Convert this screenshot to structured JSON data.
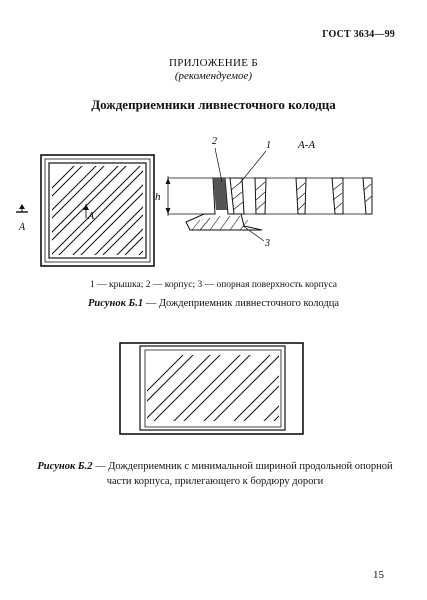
{
  "header": {
    "standard": "ГОСТ 3634—99"
  },
  "appendix": {
    "title": "ПРИЛОЖЕНИЕ Б",
    "status": "(рекомендуемое)"
  },
  "heading": "Дождеприемники ливнесточного колодца",
  "figure1": {
    "section_label": "А-А",
    "cut_marker": "А",
    "dimension_label": "h",
    "callouts": [
      "1",
      "2",
      "3"
    ],
    "legend": "1 — крышка; 2 — корпус; 3 — опорная поверхность корпуса",
    "caption_label": "Рисунок Б.1",
    "caption_text": " — Дождеприемник  ливнесточного колодца"
  },
  "figure2": {
    "caption_label": "Рисунок Б.2",
    "caption_text": " — Дождеприемник с минимальной шириной продольной опорной части корпуса,  прилегающего к бордюру дороги"
  },
  "page_number": "15"
}
